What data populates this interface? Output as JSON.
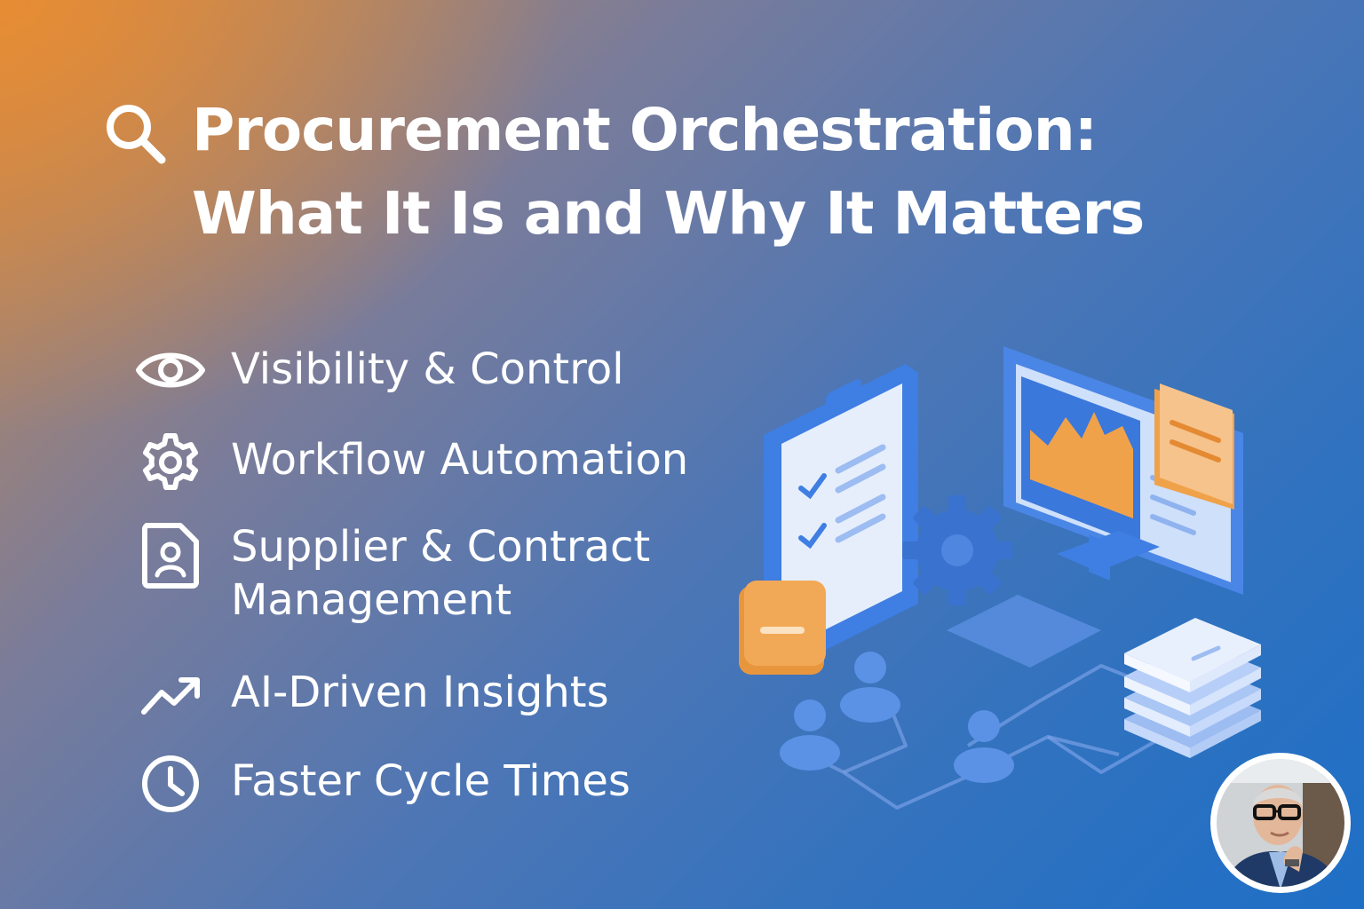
{
  "title": {
    "line1": "Procurement Orchestration:",
    "line2": "What It Is and Why It Matters",
    "icon": "search-icon"
  },
  "features": [
    {
      "label": "Visibility & Control",
      "icon": "eye-icon"
    },
    {
      "label": "Workflow Automation",
      "icon": "gear-icon"
    },
    {
      "label": "Supplier & Contract",
      "label2": "Management",
      "icon": "contact-document-icon"
    },
    {
      "label": "AI-Driven Insights",
      "icon": "trend-up-icon"
    },
    {
      "label": "Faster Cycle Times",
      "icon": "clock-icon"
    }
  ],
  "colors": {
    "accent_orange": "#f0a24a",
    "accent_blue": "#3d7fe0",
    "light_blue": "#dbe7fb",
    "text": "#ffffff"
  }
}
